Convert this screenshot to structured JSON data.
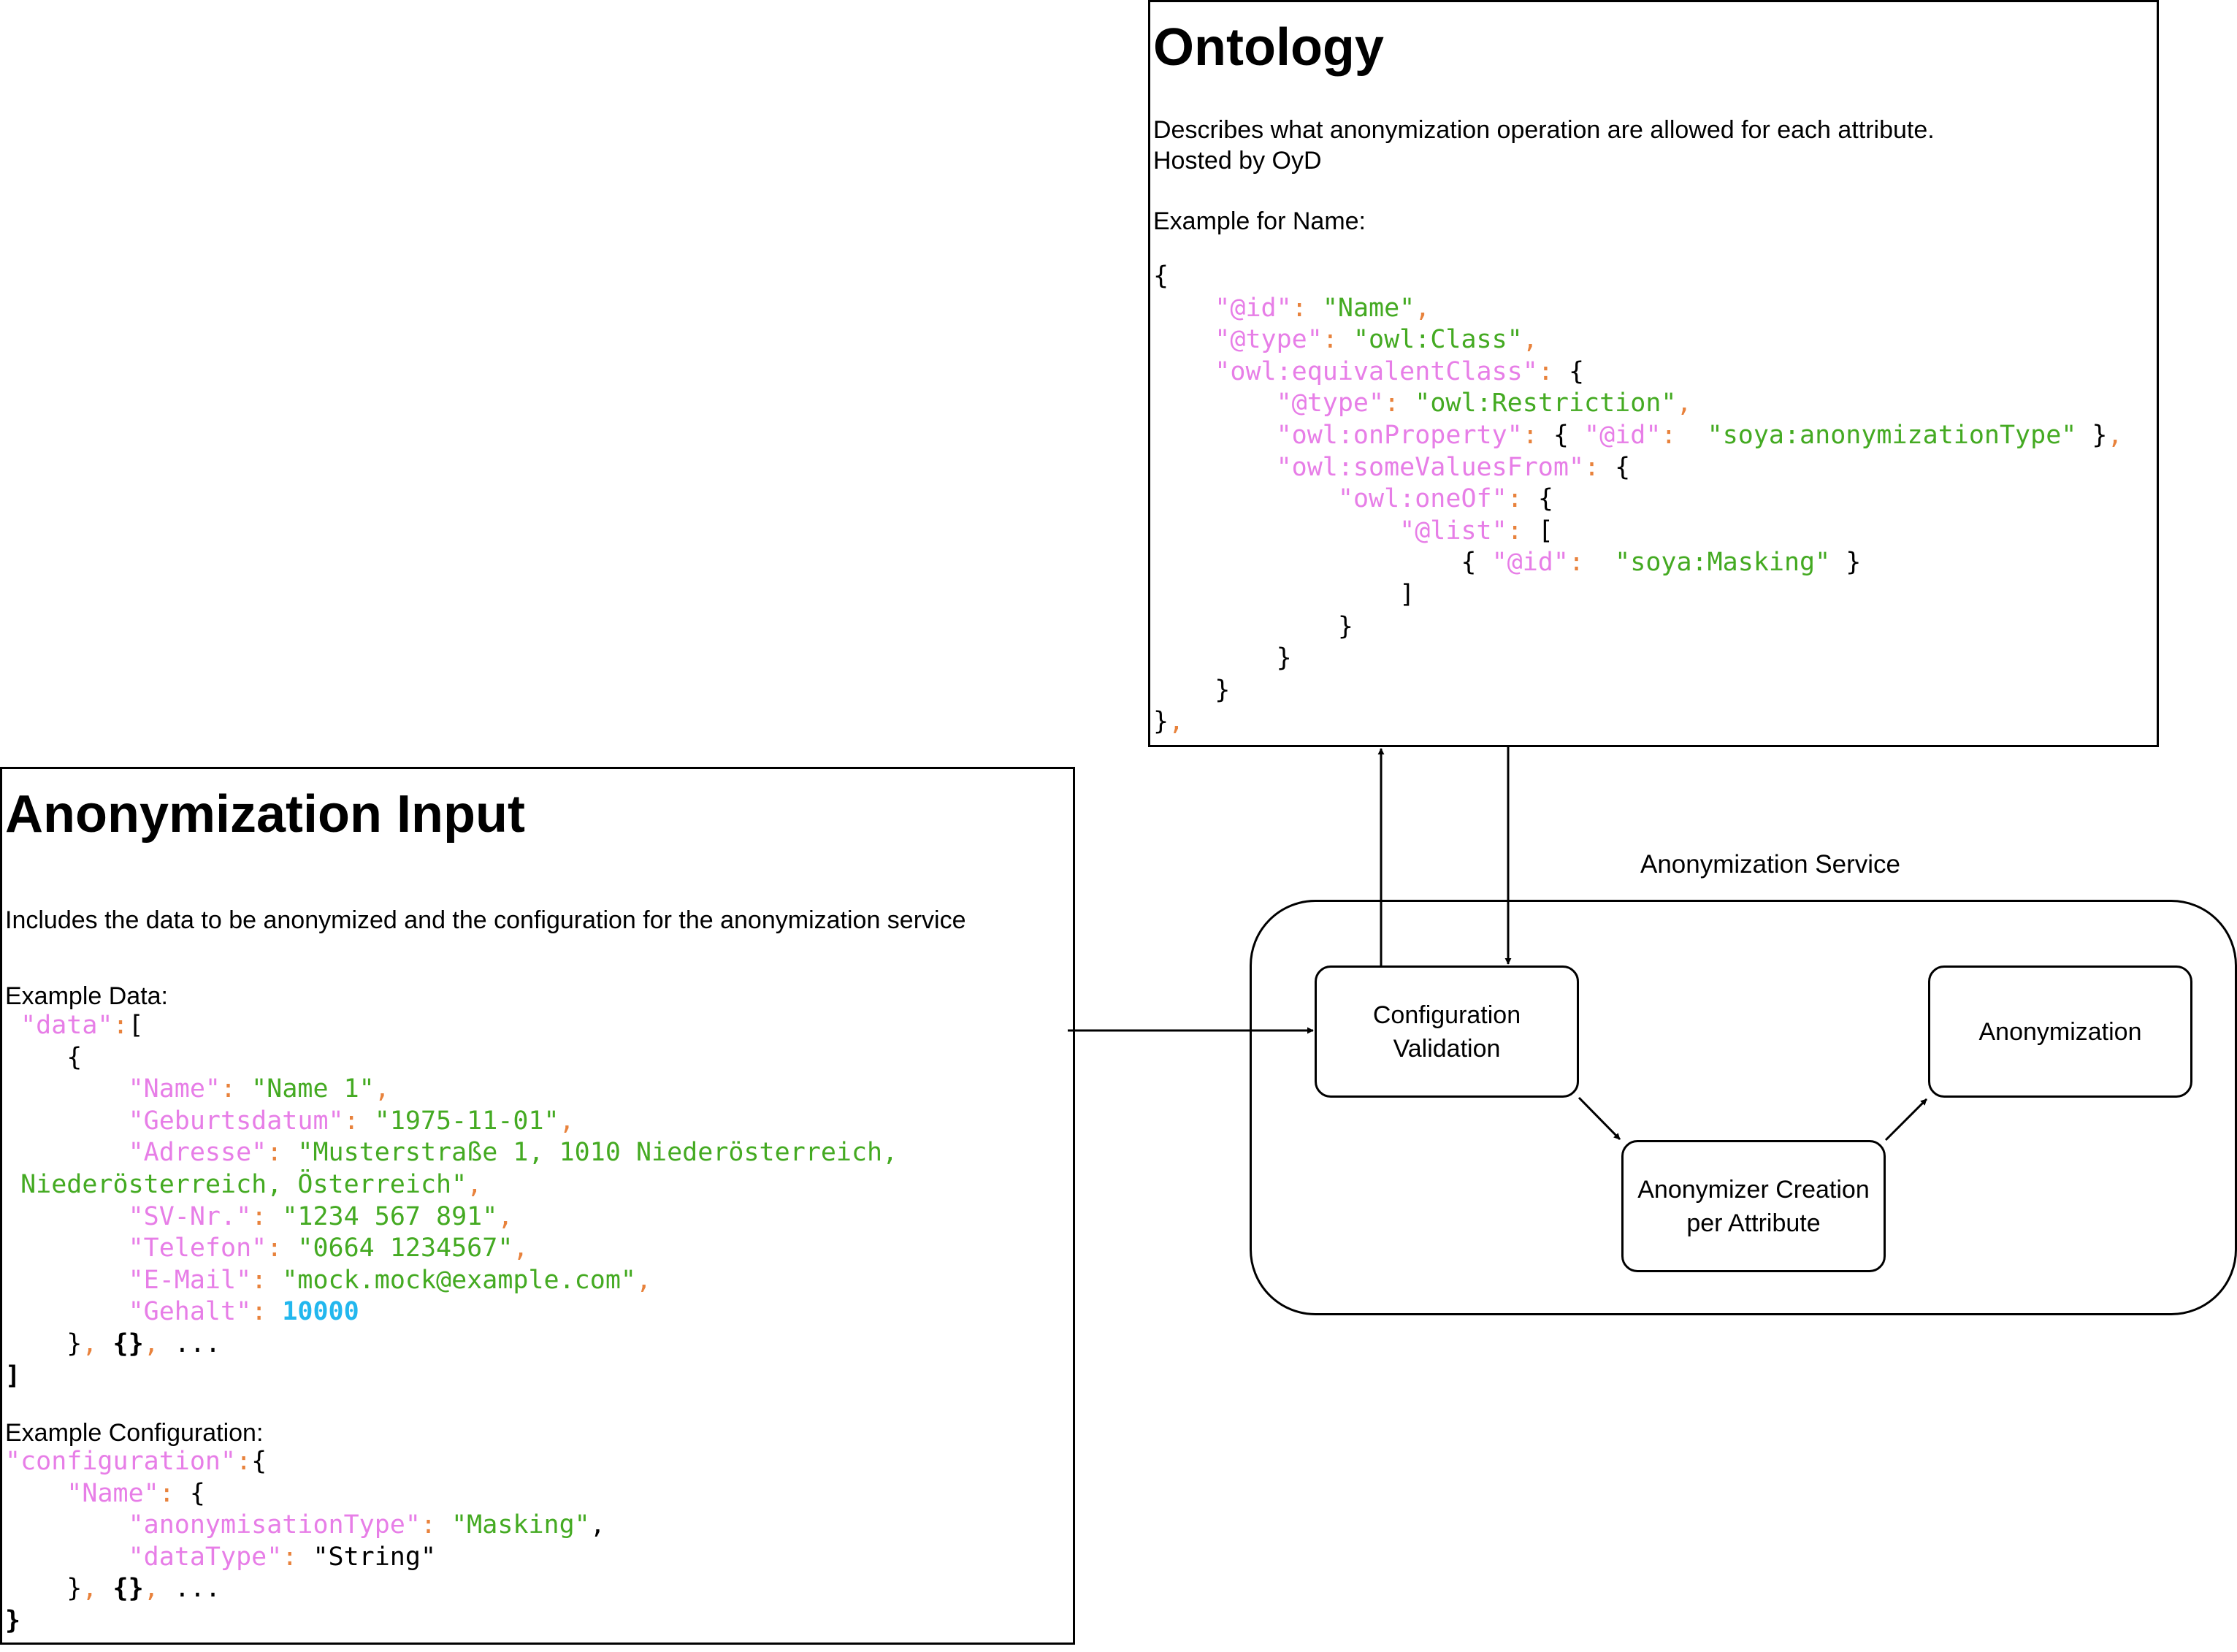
{
  "ontology": {
    "title": "Ontology",
    "description_line1": "Describes what anonymization operation are allowed for each attribute.",
    "description_line2": "Hosted by OyD",
    "example_label": "Example for Name:",
    "code": {
      "id_key": "\"@id\"",
      "id_val": "\"Name\"",
      "type_key": "\"@type\"",
      "type_val": "\"owl:Class\"",
      "equiv_key": "\"owl:equivalentClass\"",
      "rtype_key": "\"@type\"",
      "rtype_val": "\"owl:Restriction\"",
      "onprop_key": "\"owl:onProperty\"",
      "onprop_id_key": "\"@id\"",
      "onprop_id_val": "\"soya:anonymizationType\"",
      "some_key": "\"owl:someValuesFrom\"",
      "oneof_key": "\"owl:oneOf\"",
      "list_key": "\"@list\"",
      "item_id_key": "\"@id\"",
      "item_id_val": "\"soya:Masking\""
    }
  },
  "input": {
    "title": "Anonymization Input",
    "description": "Includes the data to be anonymized and the configuration for the anonymization service",
    "example_data_label": "Example Data:",
    "data": {
      "root_key": "\"data\"",
      "name_key": "\"Name\"",
      "name_val": "\"Name 1\"",
      "geb_key": "\"Geburtsdatum\"",
      "geb_val": "\"1975-11-01\"",
      "adr_key": "\"Adresse\"",
      "adr_val_1": "\"Musterstraße 1, 1010 Niederösterreich,",
      "adr_val_2": "Niederösterreich, Österreich\"",
      "sv_key": "\"SV-Nr.\"",
      "sv_val": "\"1234 567 891\"",
      "tel_key": "\"Telefon\"",
      "tel_val": "\"0664 1234567\"",
      "mail_key": "\"E-Mail\"",
      "mail_val": "\"mock.mock@example.com\"",
      "gehalt_key": "\"Gehalt\"",
      "gehalt_val": "10000",
      "ellipsis": "..."
    },
    "example_config_label": "Example Configuration:",
    "config": {
      "root_key": "\"configuration\"",
      "name_key": "\"Name\"",
      "type_key": "\"anonymisationType\"",
      "type_val": "\"Masking\"",
      "dtype_key": "\"dataType\"",
      "dtype_val": "\"String\"",
      "ellipsis": "..."
    }
  },
  "service": {
    "label": "Anonymization Service",
    "nodes": {
      "validation": "Configuration\nValidation",
      "creation": "Anonymizer Creation\nper Attribute",
      "anonymization": "Anonymization"
    }
  }
}
